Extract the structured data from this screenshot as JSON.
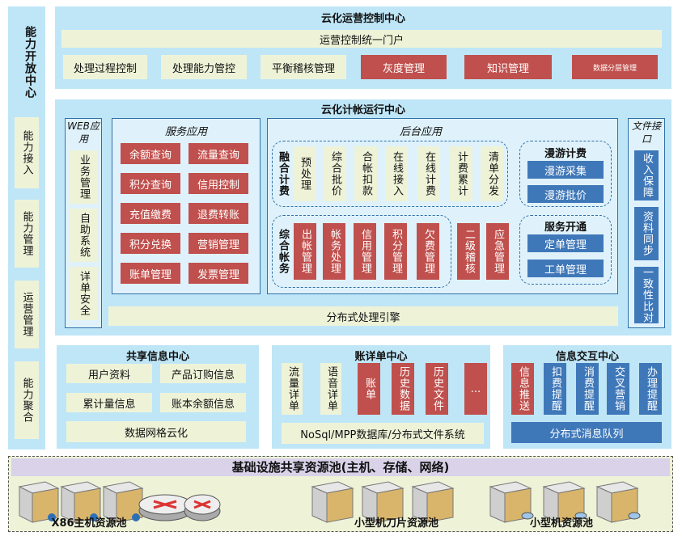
{
  "left_column": {
    "title": "能力开放中心",
    "items": [
      "能力接入",
      "能力管理",
      "运营管理",
      "能力聚合"
    ]
  },
  "ops_center": {
    "title": "云化运营控制中心",
    "portal": "运营控制统一门户",
    "buttons": [
      "处理过程控制",
      "处理能力管控",
      "平衡稽核管理",
      "灰度管理",
      "知识管理",
      "数据分层管理"
    ]
  },
  "billing_center": {
    "title": "云化计帐运行中心",
    "web_app": {
      "title": "WEB应用",
      "items": [
        "业务管理",
        "自助系统",
        "详单安全"
      ]
    },
    "service_app": {
      "title": "服务应用",
      "items": [
        "余额查询",
        "流量查询",
        "积分查询",
        "信用控制",
        "充值缴费",
        "退费转账",
        "积分兑换",
        "营销管理",
        "账单管理",
        "发票管理"
      ]
    },
    "backend_app": {
      "title": "后台应用",
      "fusion": {
        "label": "融合计费",
        "items": [
          "预处理",
          "综合批价",
          "合帐扣款",
          "在线接入",
          "在线计费",
          "计费累计",
          "清单分发"
        ]
      },
      "account": {
        "label": "综合帐务",
        "items": [
          "出帐管理",
          "帐务处理",
          "信用管理",
          "积分管理",
          "欠费管理"
        ]
      },
      "extra": [
        "二级稽核",
        "应急管理"
      ],
      "roaming": {
        "title": "漫游计费",
        "items": [
          "漫游采集",
          "漫游批价"
        ]
      },
      "service_open": {
        "title": "服务开通",
        "items": [
          "定单管理",
          "工单管理"
        ]
      }
    },
    "file_interface": {
      "title": "文件接口",
      "items": [
        "收入保障",
        "资料同步",
        "一致性比对"
      ]
    },
    "engine": "分布式处理引擎"
  },
  "shared_info": {
    "title": "共享信息中心",
    "items": [
      "用户资料",
      "产品订购信息",
      "累计量信息",
      "账本余额信息"
    ],
    "grid": "数据网格云化"
  },
  "detail_center": {
    "title": "账详单中心",
    "cream_items": [
      "流量详单",
      "语音详单"
    ],
    "red_items": [
      "账单",
      "历史数据",
      "历史文件",
      "..."
    ],
    "storage": "NoSql/MPP数据库/分布式文件系统"
  },
  "interaction_center": {
    "title": "信息交互中心",
    "items": [
      "信息推送",
      "扣费提醒",
      "消费提醒",
      "交叉营销",
      "办理提醒"
    ],
    "queue": "分布式消息队列"
  },
  "infrastructure": {
    "title": "基础设施共享资源池(主机、存储、网络)",
    "pools": [
      "X86主机资源池",
      "小型机刀片资源池",
      "小型机资源池"
    ]
  },
  "colors": {
    "panel": "#bfe6f7",
    "cream": "#eef3d8",
    "red": "#c0504d",
    "blue": "#3f78b9",
    "infra": "#d9d2e9"
  }
}
